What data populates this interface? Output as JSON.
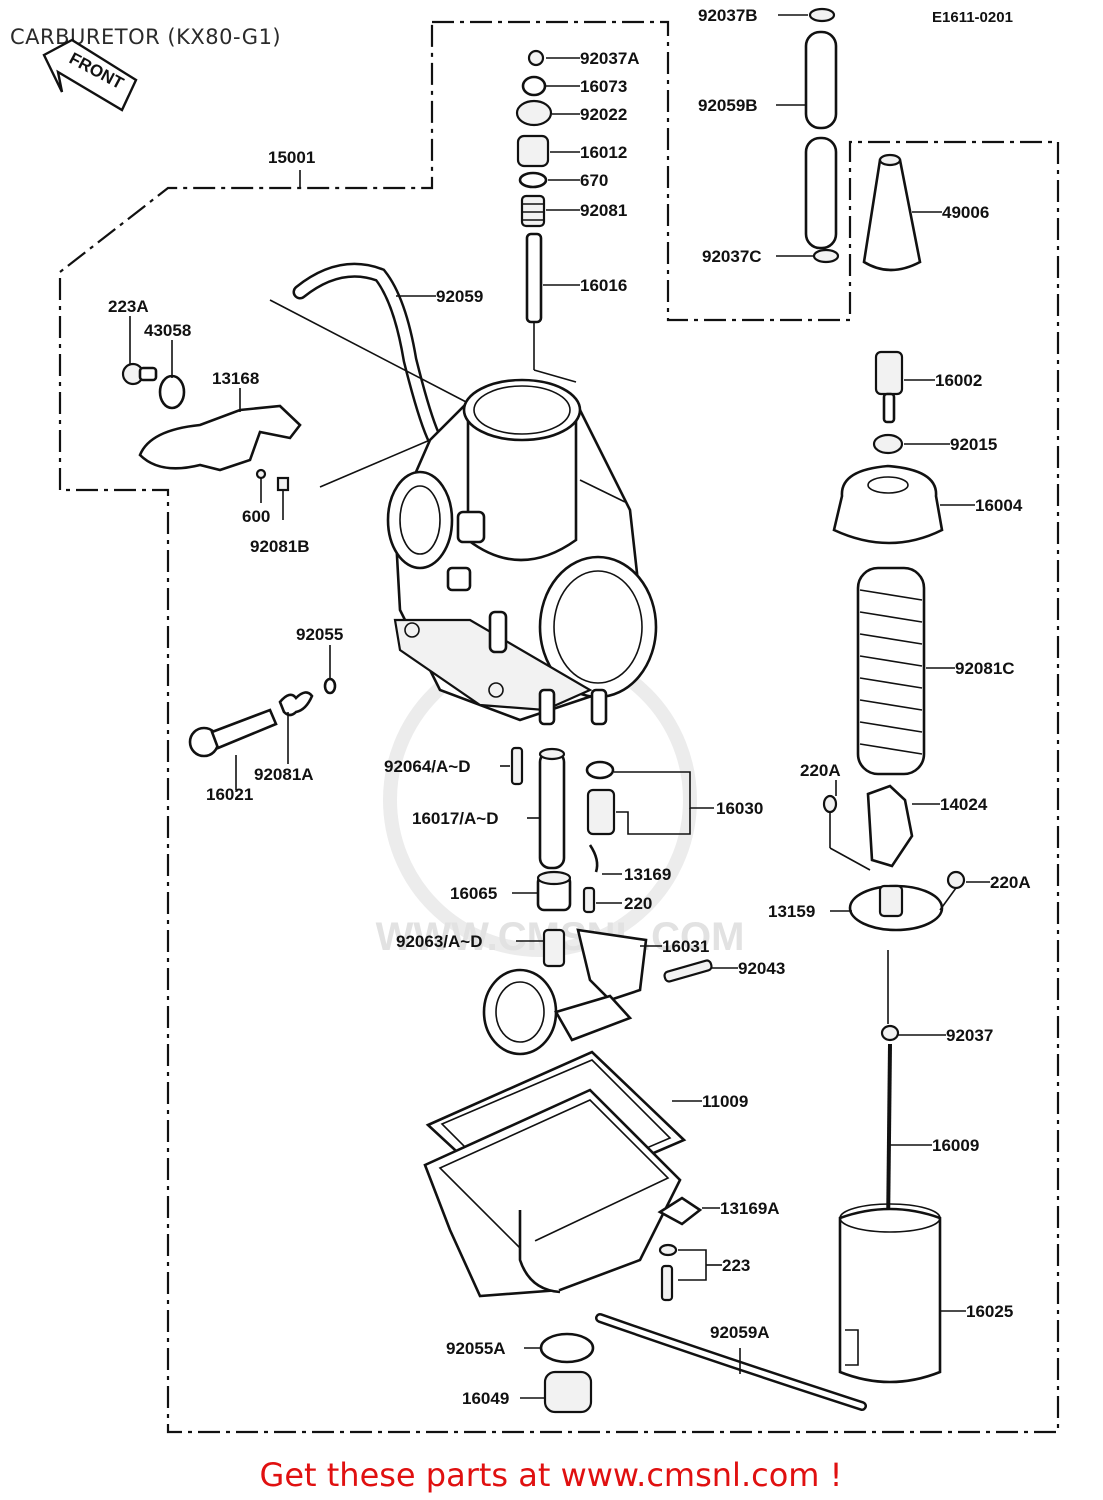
{
  "title": "CARBURETOR (KX80-G1)",
  "diagram_code": "E1611-0201",
  "front_label": "FRONT",
  "watermark": "WWW.CMSNL.COM",
  "footer": "Get these parts at www.cmsnl.com !",
  "parts": [
    {
      "id": "92037B",
      "label": "92037B"
    },
    {
      "id": "92037A",
      "label": "92037A"
    },
    {
      "id": "16073",
      "label": "16073"
    },
    {
      "id": "92022",
      "label": "92022"
    },
    {
      "id": "16012",
      "label": "16012"
    },
    {
      "id": "670",
      "label": "670"
    },
    {
      "id": "92081",
      "label": "92081"
    },
    {
      "id": "16016",
      "label": "16016"
    },
    {
      "id": "92059B",
      "label": "92059B"
    },
    {
      "id": "92037C",
      "label": "92037C"
    },
    {
      "id": "49006",
      "label": "49006"
    },
    {
      "id": "15001",
      "label": "15001"
    },
    {
      "id": "92059",
      "label": "92059"
    },
    {
      "id": "223A",
      "label": "223A"
    },
    {
      "id": "43058",
      "label": "43058"
    },
    {
      "id": "13168",
      "label": "13168"
    },
    {
      "id": "600",
      "label": "600"
    },
    {
      "id": "92081B",
      "label": "92081B"
    },
    {
      "id": "16002",
      "label": "16002"
    },
    {
      "id": "92015",
      "label": "92015"
    },
    {
      "id": "16004",
      "label": "16004"
    },
    {
      "id": "92055",
      "label": "92055"
    },
    {
      "id": "92081C",
      "label": "92081C"
    },
    {
      "id": "16021",
      "label": "16021"
    },
    {
      "id": "92081A",
      "label": "92081A"
    },
    {
      "id": "92064",
      "label": "92064/A~D"
    },
    {
      "id": "16030",
      "label": "16030"
    },
    {
      "id": "220A-top",
      "label": "220A"
    },
    {
      "id": "14024",
      "label": "14024"
    },
    {
      "id": "16017",
      "label": "16017/A~D"
    },
    {
      "id": "13169",
      "label": "13169"
    },
    {
      "id": "16065",
      "label": "16065"
    },
    {
      "id": "220",
      "label": "220"
    },
    {
      "id": "220A-right",
      "label": "220A"
    },
    {
      "id": "13159",
      "label": "13159"
    },
    {
      "id": "92063",
      "label": "92063/A~D"
    },
    {
      "id": "16031",
      "label": "16031"
    },
    {
      "id": "92043",
      "label": "92043"
    },
    {
      "id": "92037",
      "label": "92037"
    },
    {
      "id": "11009",
      "label": "11009"
    },
    {
      "id": "16009",
      "label": "16009"
    },
    {
      "id": "13169A",
      "label": "13169A"
    },
    {
      "id": "223",
      "label": "223"
    },
    {
      "id": "16025",
      "label": "16025"
    },
    {
      "id": "92055A",
      "label": "92055A"
    },
    {
      "id": "92059A",
      "label": "92059A"
    },
    {
      "id": "16049",
      "label": "16049"
    }
  ]
}
